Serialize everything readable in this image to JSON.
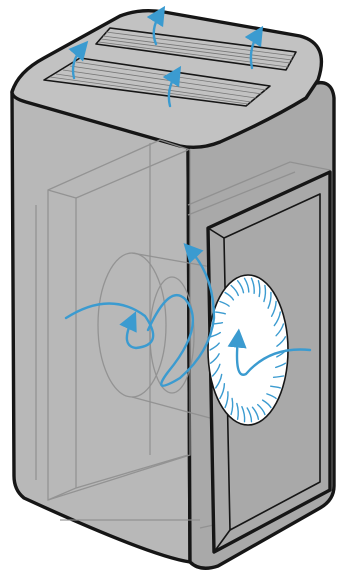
{
  "title": "",
  "colors": {
    "background": "#ffffff",
    "housing": "#b8b8b8",
    "housing_dark": "#a9a9a9",
    "outline": "#161616",
    "vent": "#f7f7f7",
    "airflow": "#3b9bd0",
    "fan_face": "#ffffff"
  },
  "components": [
    {
      "name": "housing",
      "icon": "air-purifier-housing"
    },
    {
      "name": "top-vent-grille",
      "icon": "vent-grille"
    },
    {
      "name": "intake-opening",
      "icon": "front-intake"
    },
    {
      "name": "filter-block",
      "icon": "filter"
    },
    {
      "name": "blower-cylinder",
      "icon": "cylinder"
    },
    {
      "name": "centrifugal-fan",
      "icon": "fan-wheel"
    },
    {
      "name": "airflow-path",
      "icon": "airflow-arrows"
    }
  ]
}
